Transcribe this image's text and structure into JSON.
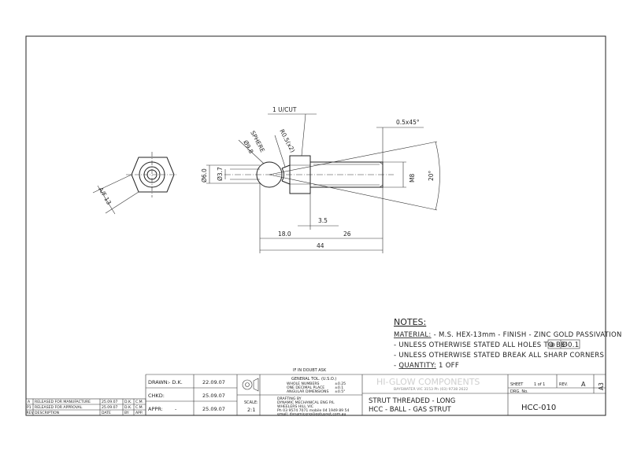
{
  "dimensions": {
    "cut": "1 U/CUT",
    "chamfer": "0.5x45°",
    "sphere": "SPHERE",
    "sphere_dia": "Ø9.8",
    "radius": "R0.5(x2)",
    "dia_60": "Ø6.0",
    "dia_37": "Ø3.7",
    "thread": "M8",
    "angle": "20°",
    "hex_af": "A/F 13",
    "d_35": "3.5",
    "d_180": "18.0",
    "d_26": "26",
    "d_44": "44"
  },
  "notes": {
    "heading": "NOTES:",
    "material_label": "MATERIAL:",
    "material_text": " - M.S. HEX-13mm - FINISH -  ZINC GOLD PASSIVATION",
    "line2_prefix": "- UNLESS OTHERWISE STATED ALL HOLES TO BE-",
    "tol_symbol": "⊕",
    "tol_value": "Ø0.1",
    "line3": "- UNLESS OTHERWISE STATED BREAK ALL SHARP CORNERS",
    "qty_prefix": "- ",
    "qty_label": "QUANTITY:",
    "qty_value": " 1 OFF"
  },
  "tolerance": {
    "if_in_doubt": "IF IN DOUBT ASK",
    "general": "GENERAL TOL. (U.S.O.)",
    "rows": [
      {
        "label": "WHOLE NUMBERS",
        "value": "±0.25"
      },
      {
        "label": "ONE DECIMAL PLACE",
        "value": "±0.1"
      },
      {
        "label": "ANGULAR DIMENSIONS",
        "value": "±0.5°"
      }
    ]
  },
  "revisions": [
    {
      "rev": "A",
      "desc": "RELEASED FOR MANUFACTURE",
      "date": "25.09.07",
      "by": "D.K.",
      "app": "C.M."
    },
    {
      "rev": "P1",
      "desc": "RELEASED FOR APPROVAL",
      "date": "25.09.07",
      "by": "D.K.",
      "app": "C.M."
    }
  ],
  "revision_headers": {
    "rev": "REV",
    "desc": "DESCRIPTION",
    "date": "DATE",
    "by": "BY",
    "app": "APP."
  },
  "signoff": {
    "drawn_label": "DRAWN:",
    "drawn_value": "- D.K.",
    "drawn_date": "22.09.07",
    "chkd_label": "CHKD:",
    "chkd_value": "",
    "chkd_date": "25.09.07",
    "appr_label": "APPR:",
    "appr_value": "-",
    "appr_date": "25.09.07"
  },
  "scale": {
    "label": "SCALE:",
    "value": "2:1"
  },
  "drafting": {
    "heading": "DRAFTING BY",
    "company": "DYNAMIC MECHANICAL ENG P/L",
    "address": "WHEELERS HILL VIC",
    "phone": "Ph 03 9574 7071 mobile 04 1949 89 54",
    "email": "email: dynamiceng@optusnet.com.au"
  },
  "company_block": {
    "name": "HI-GLOW COMPONENTS",
    "address": "BAYSWATER VIC 3153   Ph (03) 9738 2622"
  },
  "title": {
    "line1": "STRUT THREADED - LONG",
    "line2": "HCC - BALL - GAS STRUT"
  },
  "sheet": {
    "label": "SHEET",
    "value": "1 of 1",
    "rev_label": "REV.",
    "rev_value": "A",
    "size": "A3"
  },
  "drawing_number": {
    "label": "DRG. No.",
    "value": "HCC-010"
  }
}
